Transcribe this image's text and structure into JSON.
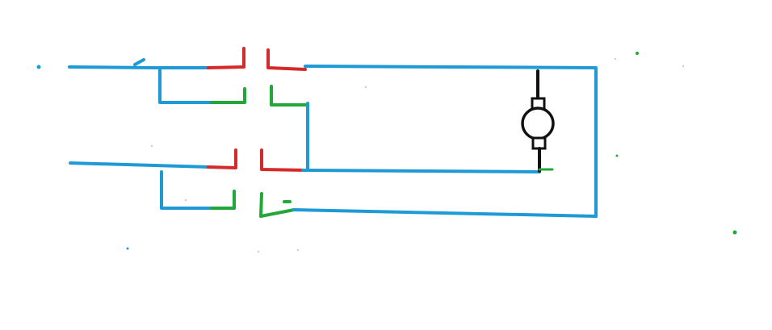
{
  "diagram": {
    "kind": "hand-drawn reversing contactor circuit",
    "colors": {
      "wire": "#1e9bd7",
      "contact_closed": "#d42a2a",
      "contact_open": "#22a83a",
      "motor": "#111111",
      "background": "#ffffff"
    },
    "components": [
      {
        "id": "supply-line-top",
        "type": "supply-line"
      },
      {
        "id": "supply-line-bottom",
        "type": "supply-line"
      },
      {
        "id": "contact-1",
        "type": "normally-closed-contact",
        "color": "red"
      },
      {
        "id": "contact-2",
        "type": "normally-open-contact",
        "color": "green"
      },
      {
        "id": "contact-3",
        "type": "normally-closed-contact",
        "color": "red"
      },
      {
        "id": "contact-4",
        "type": "normally-open-contact",
        "color": "green"
      },
      {
        "id": "dc-motor",
        "type": "dc-motor-with-brushes"
      }
    ]
  }
}
